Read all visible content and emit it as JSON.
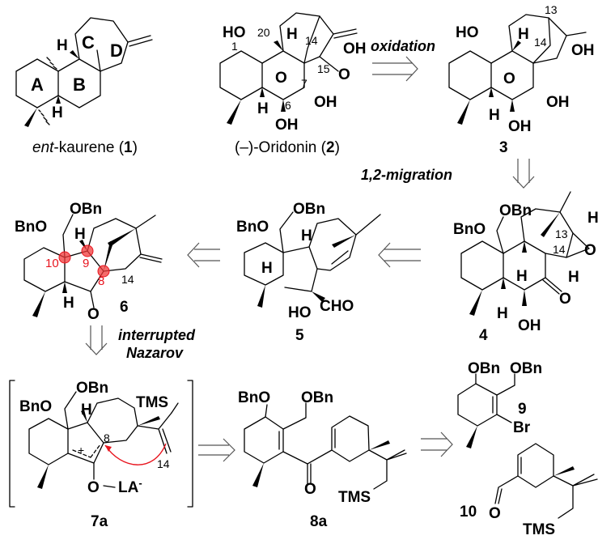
{
  "scheme": {
    "compounds": [
      {
        "id": "1",
        "name_prefix_italic": "ent",
        "name_rest": "-kaurene",
        "label": "1",
        "ring_labels": [
          "A",
          "B",
          "C",
          "D"
        ],
        "atoms": [
          "H",
          "H"
        ]
      },
      {
        "id": "2",
        "name": "(–)-Oridonin",
        "label": "2",
        "atoms": [
          "HO",
          "OH",
          "O",
          "O",
          "OH",
          "OH",
          "H",
          "H"
        ],
        "locants": [
          "1",
          "20",
          "14",
          "15",
          "7",
          "6"
        ]
      },
      {
        "id": "3",
        "label": "3",
        "atoms": [
          "HO",
          "OH",
          "O",
          "OH",
          "OH",
          "H",
          "H"
        ],
        "locants": [
          "13",
          "14"
        ]
      },
      {
        "id": "4",
        "label": "4",
        "atoms": [
          "BnO",
          "OBn",
          "H",
          "O",
          "H",
          "H",
          "O",
          "H",
          "OH"
        ],
        "locants": [
          "13",
          "14"
        ]
      },
      {
        "id": "5",
        "label": "5",
        "atoms": [
          "BnO",
          "OBn",
          "H",
          "H",
          "HO",
          "CHO"
        ]
      },
      {
        "id": "6",
        "label": "6",
        "atoms": [
          "BnO",
          "OBn",
          "H",
          "H",
          "O"
        ],
        "locants": [
          "14"
        ],
        "highlighted_locants": [
          "10",
          "9",
          "8"
        ]
      },
      {
        "id": "7a",
        "label": "7a",
        "atoms": [
          "BnO",
          "OBn",
          "H",
          "TMS",
          "O",
          "LA"
        ],
        "charge": "+",
        "counterion_charge": "-",
        "locants": [
          "8",
          "14"
        ]
      },
      {
        "id": "8a",
        "label": "8a",
        "atoms": [
          "BnO",
          "OBn",
          "O",
          "TMS"
        ]
      },
      {
        "id": "9",
        "label": "9",
        "atoms": [
          "OBn",
          "OBn",
          "Br"
        ]
      },
      {
        "id": "10",
        "label": "10",
        "atoms": [
          "O",
          "TMS"
        ]
      }
    ],
    "steps": [
      {
        "label": "oxidation",
        "from": "2",
        "to": "3"
      },
      {
        "label": "1,2-migration",
        "from": "3",
        "to": "4"
      },
      {
        "label": "",
        "from": "4",
        "to": "5"
      },
      {
        "label": "",
        "from": "5",
        "to": "6"
      },
      {
        "label_line1": "interrupted",
        "label_line2": "Nazarov",
        "from": "6",
        "to": "7a"
      },
      {
        "label": "",
        "from": "7a",
        "to": "8a"
      },
      {
        "label": "",
        "from": "8a",
        "to": "9+10"
      }
    ],
    "colors": {
      "highlight": "#e8141e",
      "bond": "#000000",
      "retro_arrow": "#555555"
    }
  }
}
